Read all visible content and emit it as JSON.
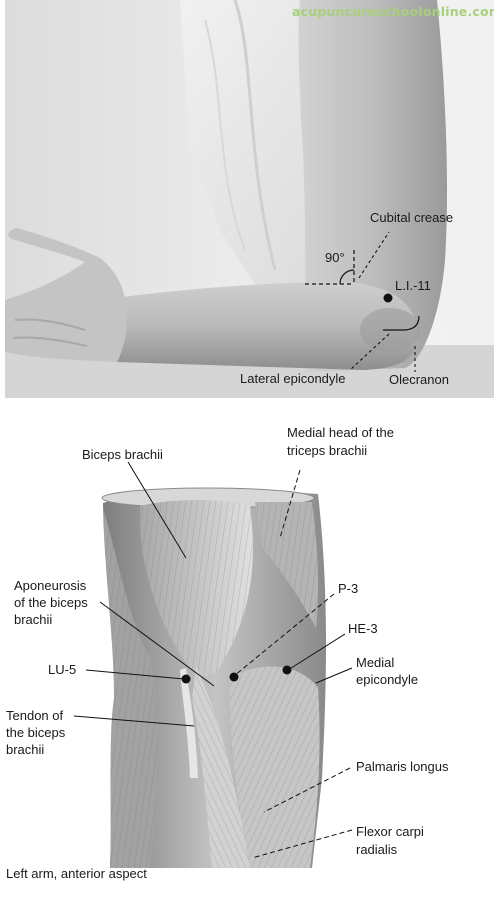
{
  "watermark": "acupuncureschoolonline.com",
  "photo": {
    "angle_label": "90°",
    "labels": {
      "cubital_crease": "Cubital crease",
      "li11": "L.I.-11",
      "lateral_epicondyle": "Lateral epicondyle",
      "olecranon": "Olecranon"
    }
  },
  "anatomy": {
    "labels": {
      "biceps_brachii": "Biceps brachii",
      "medial_head_triceps_line1": "Medial head of the",
      "medial_head_triceps_line2": "triceps brachii",
      "aponeurosis_line1": "Aponeurosis",
      "aponeurosis_line2": "of the biceps",
      "aponeurosis_line3": "brachii",
      "p3": "P-3",
      "he3": "HE-3",
      "lu5": "LU-5",
      "medial_epicondyle_line1": "Medial",
      "medial_epicondyle_line2": "epicondyle",
      "tendon_line1": "Tendon of",
      "tendon_line2": "the biceps",
      "tendon_line3": "brachii",
      "palmaris_longus": "Palmaris longus",
      "flexor_line1": "Flexor carpi",
      "flexor_line2": "radialis"
    },
    "caption": "Left arm, anterior aspect"
  },
  "colors": {
    "photo_bg": "#e6e6e6",
    "skin": "#bdbdbd",
    "muscle": "#9c9c9c",
    "point": "#111111",
    "watermark": "#a6d07a"
  }
}
